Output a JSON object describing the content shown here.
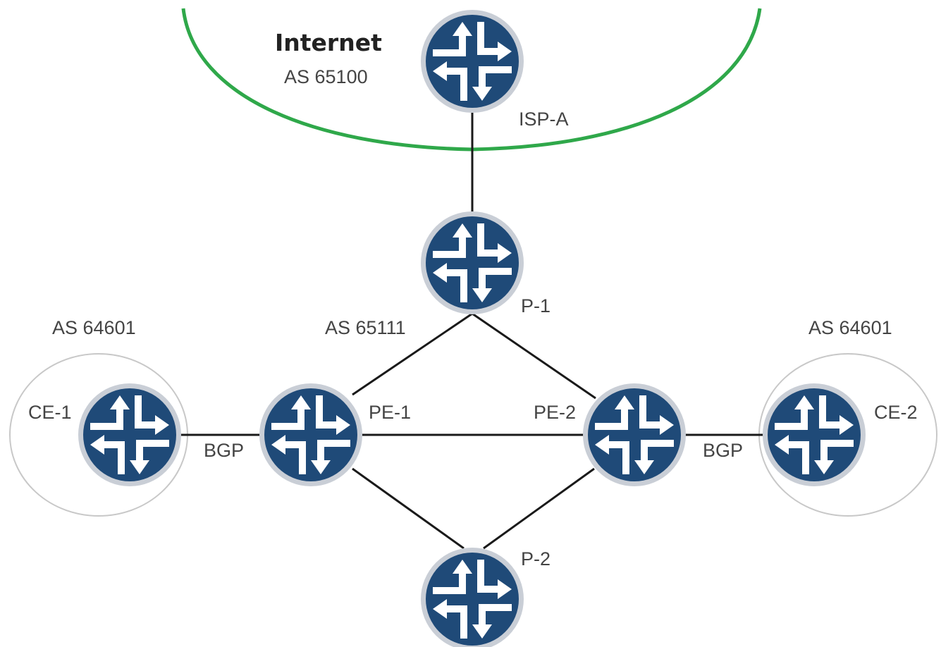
{
  "diagram": {
    "internet_title": "Internet",
    "internet_as": "AS 65100",
    "core_as": "AS 65111",
    "left_site_as": "AS 64601",
    "right_site_as": "AS 64601",
    "colors": {
      "router_fill": "#1f4a78",
      "router_ring": "#c9ced6",
      "arrow": "#ffffff",
      "link": "#1a1a1a",
      "internet_cloud": "#2fa84a",
      "site_cloud": "#c8c8c8"
    },
    "nodes": [
      {
        "id": "isp-a",
        "label": "ISP-A",
        "icon": "router-icon"
      },
      {
        "id": "p-1",
        "label": "P-1",
        "icon": "router-icon"
      },
      {
        "id": "pe-1",
        "label": "PE-1",
        "icon": "router-icon"
      },
      {
        "id": "pe-2",
        "label": "PE-2",
        "icon": "router-icon"
      },
      {
        "id": "p-2",
        "label": "P-2",
        "icon": "router-icon"
      },
      {
        "id": "ce-1",
        "label": "CE-1",
        "icon": "router-icon"
      },
      {
        "id": "ce-2",
        "label": "CE-2",
        "icon": "router-icon"
      }
    ],
    "links": [
      {
        "from": "isp-a",
        "to": "p-1",
        "label": ""
      },
      {
        "from": "p-1",
        "to": "pe-1",
        "label": ""
      },
      {
        "from": "p-1",
        "to": "pe-2",
        "label": ""
      },
      {
        "from": "pe-1",
        "to": "pe-2",
        "label": ""
      },
      {
        "from": "pe-1",
        "to": "p-2",
        "label": ""
      },
      {
        "from": "pe-2",
        "to": "p-2",
        "label": ""
      },
      {
        "from": "ce-1",
        "to": "pe-1",
        "label": "BGP"
      },
      {
        "from": "pe-2",
        "to": "ce-2",
        "label": "BGP"
      }
    ]
  }
}
